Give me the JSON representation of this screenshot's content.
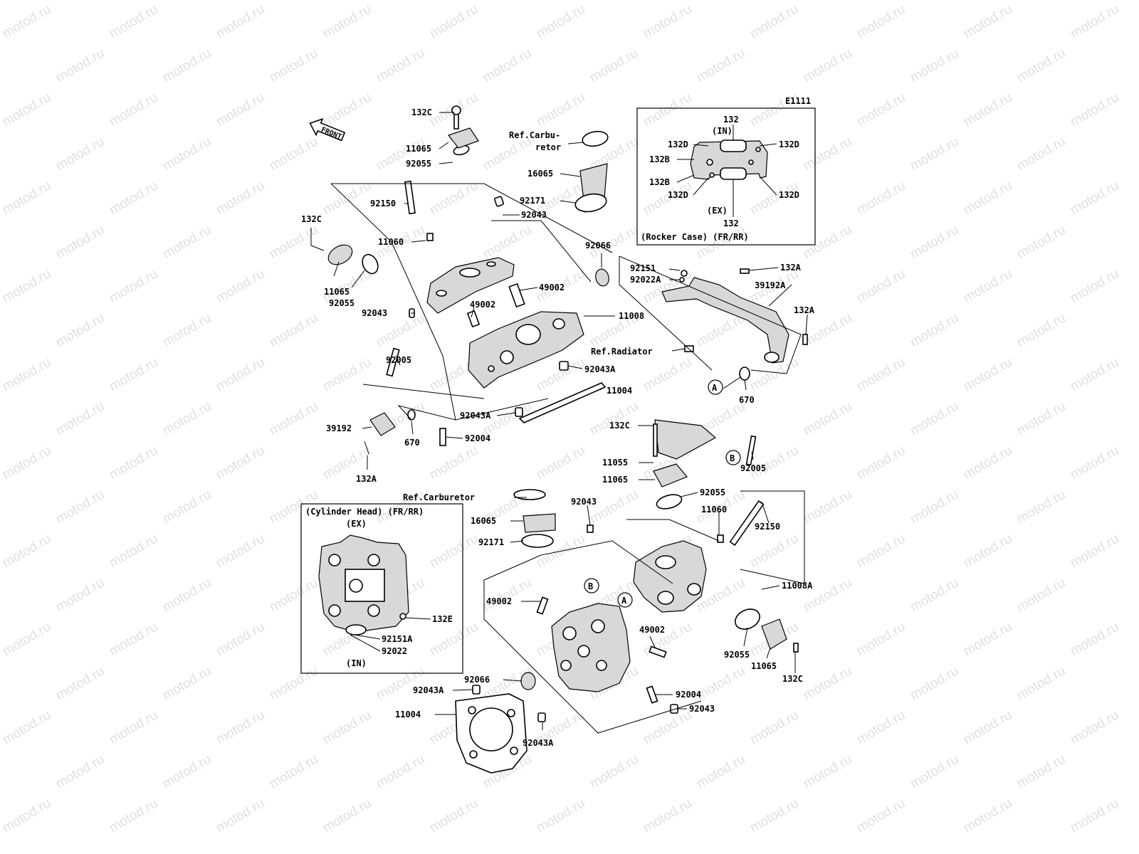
{
  "diagram_code": "E1111",
  "watermark": "motod.ru",
  "front_arrow": "FRONT",
  "callouts": {
    "A": "A",
    "B": "B"
  },
  "inset_rocker": {
    "caption": "(Rocker Case) (FR/RR)",
    "in_label": "(IN)",
    "ex_label": "(EX)",
    "labels": [
      "132",
      "132D",
      "132D",
      "132B",
      "132B",
      "132D",
      "132D",
      "132"
    ]
  },
  "inset_head": {
    "caption": "(Cylinder Head) (FR/RR)",
    "ex_label": "(EX)",
    "in_label": "(IN)",
    "labels": [
      "132E",
      "92151A",
      "92022"
    ]
  },
  "part_labels": [
    "132C",
    "11065",
    "92055",
    "Ref.Carbu-",
    "retor",
    "16065",
    "92171",
    "92150",
    "92043",
    "132C",
    "11060",
    "92066",
    "11065",
    "92055",
    "49002",
    "49002",
    "92043",
    "11008",
    "92151",
    "92022A",
    "132A",
    "39192A",
    "132A",
    "92005",
    "Ref.Radiator",
    "92043A",
    "11004",
    "670",
    "39192",
    "670",
    "92043A",
    "92004",
    "132A",
    "132C",
    "11055",
    "92005",
    "11065",
    "Ref.Carburetor",
    "92043",
    "92055",
    "16065",
    "11060",
    "92150",
    "92171",
    "11008A",
    "49002",
    "49002",
    "92055",
    "11065",
    "132C",
    "92066",
    "92004",
    "92043A",
    "92043",
    "11004",
    "92043A"
  ]
}
